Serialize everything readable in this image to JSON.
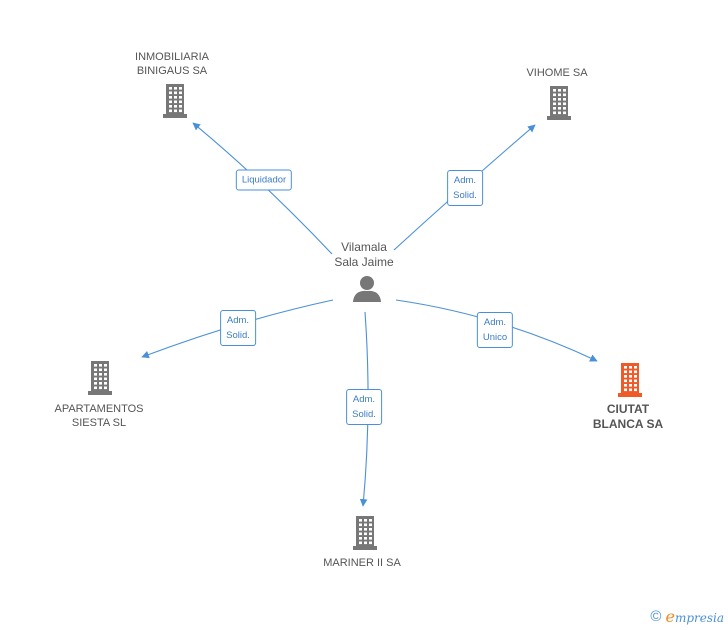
{
  "center": {
    "name_lines": [
      "Vilamala",
      "Sala Jaime"
    ],
    "icon": "person-icon"
  },
  "companies": [
    {
      "id": "inmobiliaria",
      "name_lines": [
        "INMOBILIARIA",
        "BINIGAUS SA"
      ],
      "icon": "building-icon",
      "color": "#777777",
      "highlight": false
    },
    {
      "id": "vihome",
      "name_lines": [
        "VIHOME SA"
      ],
      "icon": "building-icon",
      "color": "#777777",
      "highlight": false
    },
    {
      "id": "apartamentos",
      "name_lines": [
        "APARTAMENTOS",
        "SIESTA SL"
      ],
      "icon": "building-icon",
      "color": "#777777",
      "highlight": false
    },
    {
      "id": "ciutat",
      "name_lines": [
        "CIUTAT",
        "BLANCA SA"
      ],
      "icon": "building-icon",
      "color": "#f05a28",
      "highlight": true
    },
    {
      "id": "mariner",
      "name_lines": [
        "MARINER II SA"
      ],
      "icon": "building-icon",
      "color": "#777777",
      "highlight": false
    }
  ],
  "relations": [
    {
      "to": "inmobiliaria",
      "label_lines": [
        "Liquidador"
      ]
    },
    {
      "to": "vihome",
      "label_lines": [
        "Adm.",
        "Solid."
      ]
    },
    {
      "to": "apartamentos",
      "label_lines": [
        "Adm.",
        "Solid."
      ]
    },
    {
      "to": "ciutat",
      "label_lines": [
        "Adm.",
        "Unico"
      ]
    },
    {
      "to": "mariner",
      "label_lines": [
        "Adm.",
        "Solid."
      ]
    }
  ],
  "colors": {
    "edge": "#4a90d9",
    "icon": "#777777",
    "highlight": "#f05a28"
  },
  "footer": {
    "copyright": "©",
    "brand_initial": "e",
    "brand_rest": "mpresia"
  }
}
